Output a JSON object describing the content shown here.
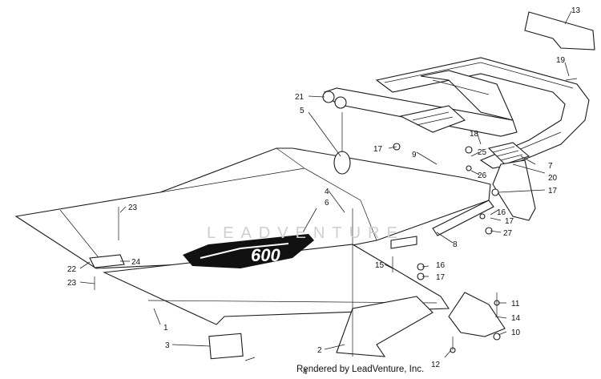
{
  "diagram": {
    "callouts": {
      "c1": "1",
      "c2": "2",
      "c3": "3",
      "c4a": "4",
      "c4b": "4",
      "c5": "5",
      "c6": "6",
      "c7": "7",
      "c8": "8",
      "c9": "9",
      "c10": "10",
      "c11": "11",
      "c12": "12",
      "c13": "13",
      "c14": "14",
      "c15": "15",
      "c16a": "16",
      "c16b": "16",
      "c17a": "17",
      "c17b": "17",
      "c17c": "17",
      "c17d": "17",
      "c18": "18",
      "c19": "19",
      "c20": "20",
      "c21": "21",
      "c22": "22",
      "c23a": "23",
      "c23b": "23",
      "c24": "24",
      "c25": "25",
      "c26": "26",
      "c27": "27"
    },
    "decal_text": "600",
    "watermark_text": "LEADVENTURE",
    "footer": "Rendered by LeadVenture, Inc."
  }
}
